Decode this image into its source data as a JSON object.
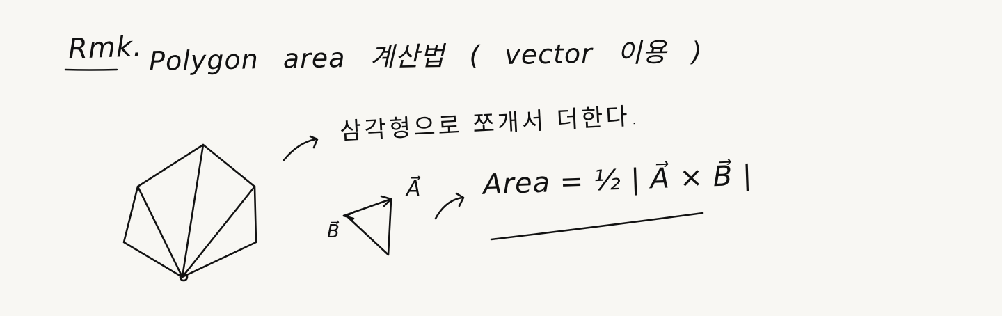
{
  "note": {
    "remark_label": "Rmk.",
    "heading": "Polygon area 계산법 ( vector 이용 )",
    "arrow_note": "삼각형으로 쪼개서 더한다.",
    "vector_a_label": "A⃗",
    "vector_b_label": "B⃗",
    "area_formula": "Area = ½ | A⃗ × B⃗ |"
  },
  "colors": {
    "paper": "#f8f7f3",
    "ink": "#121212"
  }
}
